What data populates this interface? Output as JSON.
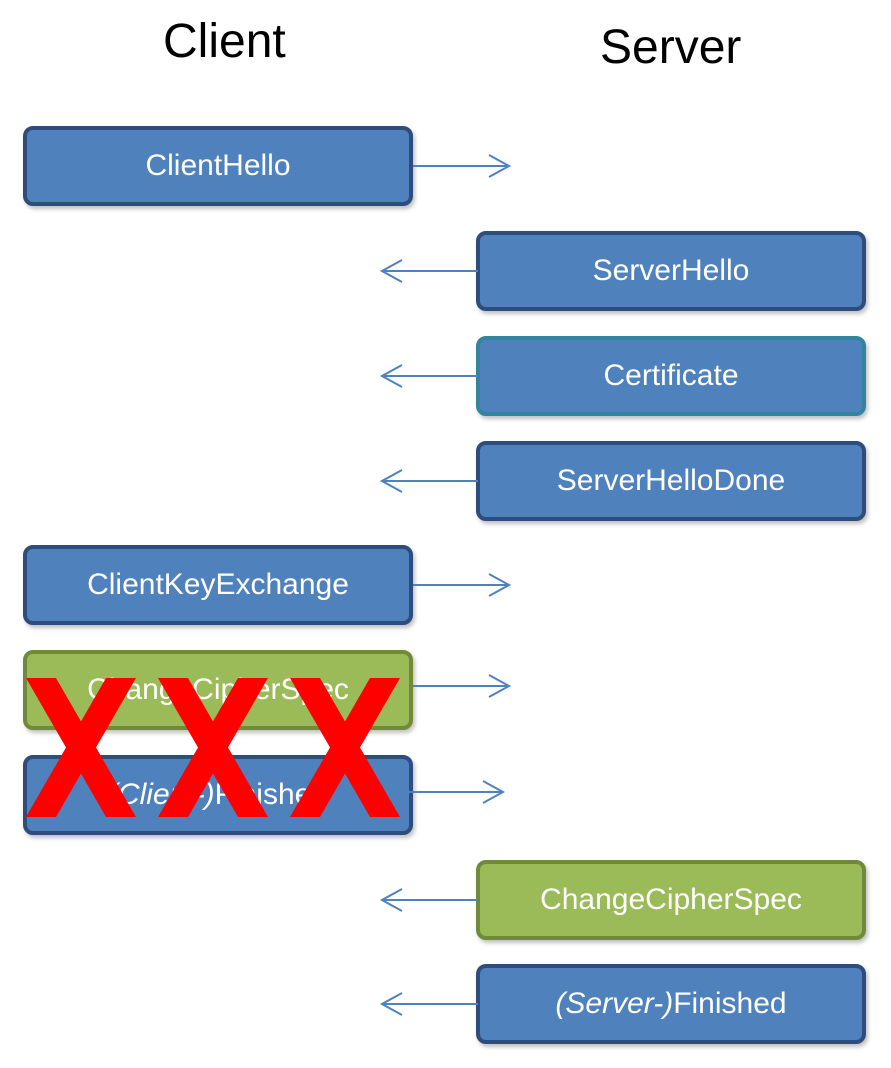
{
  "columns": {
    "client": "Client",
    "server": "Server"
  },
  "messages": {
    "client_hello": {
      "label": "ClientHello",
      "direction": "client-to-server",
      "color": "#4f81bd"
    },
    "server_hello": {
      "label": "ServerHello",
      "direction": "server-to-client",
      "color": "#4f81bd"
    },
    "certificate": {
      "label": "Certificate",
      "direction": "server-to-client",
      "color": "#4f81bd"
    },
    "server_hello_done": {
      "label": "ServerHelloDone",
      "direction": "server-to-client",
      "color": "#4f81bd"
    },
    "client_key_exchange": {
      "label": "ClientKeyExchange",
      "direction": "client-to-server",
      "color": "#4f81bd"
    },
    "client_change_cipher_spec": {
      "label": "ChangeCipherSpec",
      "direction": "client-to-server",
      "color": "#9bbb59",
      "crossed_out": true
    },
    "client_finished": {
      "prefix": "(Client-)",
      "label": "Finished",
      "direction": "client-to-server",
      "color": "#4f81bd",
      "crossed_out": true
    },
    "server_change_cipher_spec": {
      "label": "ChangeCipherSpec",
      "direction": "server-to-client",
      "color": "#9bbb59"
    },
    "server_finished": {
      "prefix": "(Server-)",
      "label": "Finished",
      "direction": "server-to-client",
      "color": "#4f81bd"
    }
  },
  "colors": {
    "box_blue": "#4f81bd",
    "box_green": "#9bbb59",
    "arrow": "#4f81bd",
    "cross_mark": "#ff0000"
  }
}
